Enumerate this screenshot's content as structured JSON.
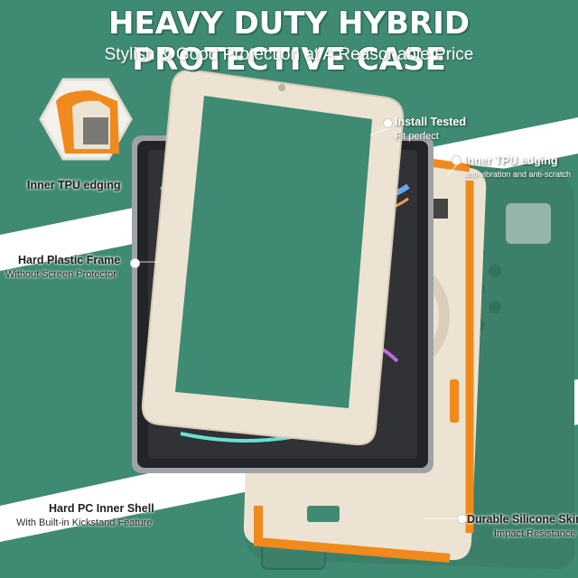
{
  "header": {
    "title": "HEAVY DUTY HYBRID PROTECTIVE CASE",
    "subtitle": "Stylish & Good Protection at A Reasonable Price"
  },
  "callouts": {
    "inner_tpu_left": {
      "title": "Inner TPU edging"
    },
    "hard_plastic_frame": {
      "title": "Hard Plastic Frame",
      "subtitle": "Without Screen Protector"
    },
    "hard_pc_shell": {
      "title": "Hard  PC Inner Shell",
      "subtitle": "With Built-in Kickstand Feature"
    },
    "install_tested": {
      "title": "Install Tested",
      "subtitle": "Fit perfect"
    },
    "inner_tpu_right": {
      "title": "Inner TPU edging",
      "subtitle": "anti-vibration and anti-scratch"
    },
    "durable_silicone": {
      "title": "Durable Silicone Skin",
      "subtitle": "Impact Resistance"
    }
  },
  "colors": {
    "background_green": "#3f8a72",
    "cream": "#ece3d2",
    "orange": "#f08a1c",
    "dark_green": "#2e6e5a"
  },
  "icons": {
    "detail_zoom": "hexagon-zoom-icon"
  }
}
